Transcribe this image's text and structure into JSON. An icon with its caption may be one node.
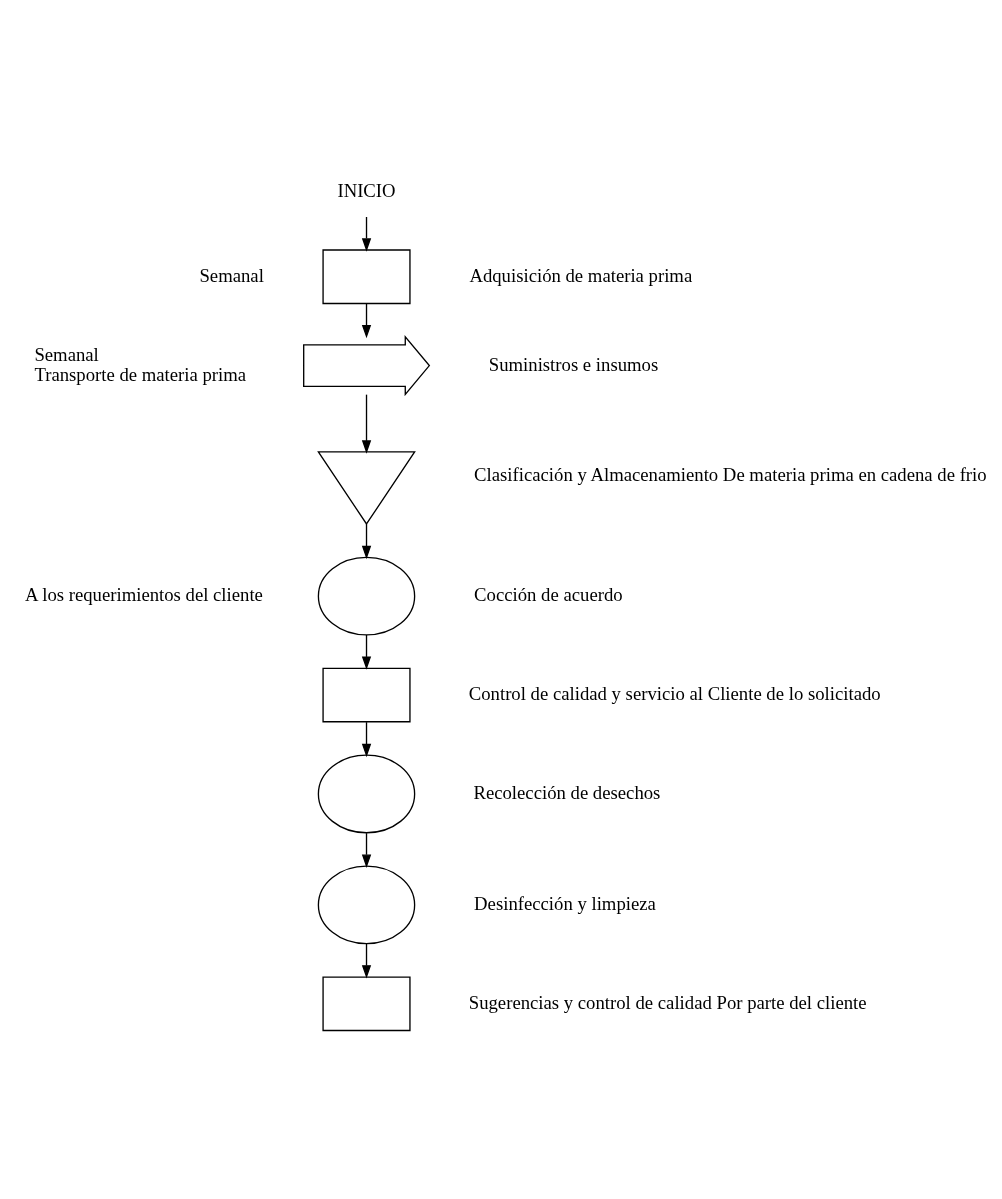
{
  "diagram": {
    "nodes": [
      {
        "text": [
          "INICIO"
        ]
      },
      {
        "text": [],
        "shape": "box",
        "beside": [
          "Semanal",
          "Adquisición de materia prima"
        ]
      },
      {
        "text": [],
        "shape": "arrow",
        "beside": [
          "Semanal",
          "Suministros e insumos",
          "Transporte de materia prima"
        ]
      },
      {
        "text": [],
        "shape": "triangle",
        "beside": [
          "Clasificación y Almacenamiento De materia prima en cadena de frio"
        ]
      },
      {
        "text": [],
        "shape": "circle",
        "beside": [
          "A los requerimientos del cliente",
          "Cocción de acuerdo"
        ]
      },
      {
        "text": [],
        "shape": "box",
        "beside": [
          "Control de calidad y servicio al Cliente de lo solicitado"
        ]
      },
      {
        "text": [],
        "shape": "circle",
        "beside": [
          "Recolección de desechos"
        ]
      },
      {
        "text": [],
        "shape": "circle",
        "beside": [
          "Desinfección y limpieza"
        ]
      },
      {
        "text": [],
        "shape": "box",
        "beside": [
          "Sugerencias y control de calidad Por parte del cliente"
        ]
      }
    ],
    "edges": [
      {
        "from": 0,
        "to": 1,
        "arrow": "to"
      },
      {
        "from": 1,
        "to": 2,
        "arrow": "to"
      },
      {
        "from": 2,
        "to": 3,
        "arrow": "to"
      },
      {
        "from": 3,
        "to": 4,
        "arrow": "to"
      },
      {
        "from": 4,
        "to": 5,
        "arrow": "to"
      },
      {
        "from": 5,
        "to": 6,
        "arrow": "to"
      },
      {
        "from": 6,
        "to": 7,
        "arrow": "to"
      },
      {
        "from": 7,
        "to": 8,
        "arrow": "to"
      }
    ]
  }
}
